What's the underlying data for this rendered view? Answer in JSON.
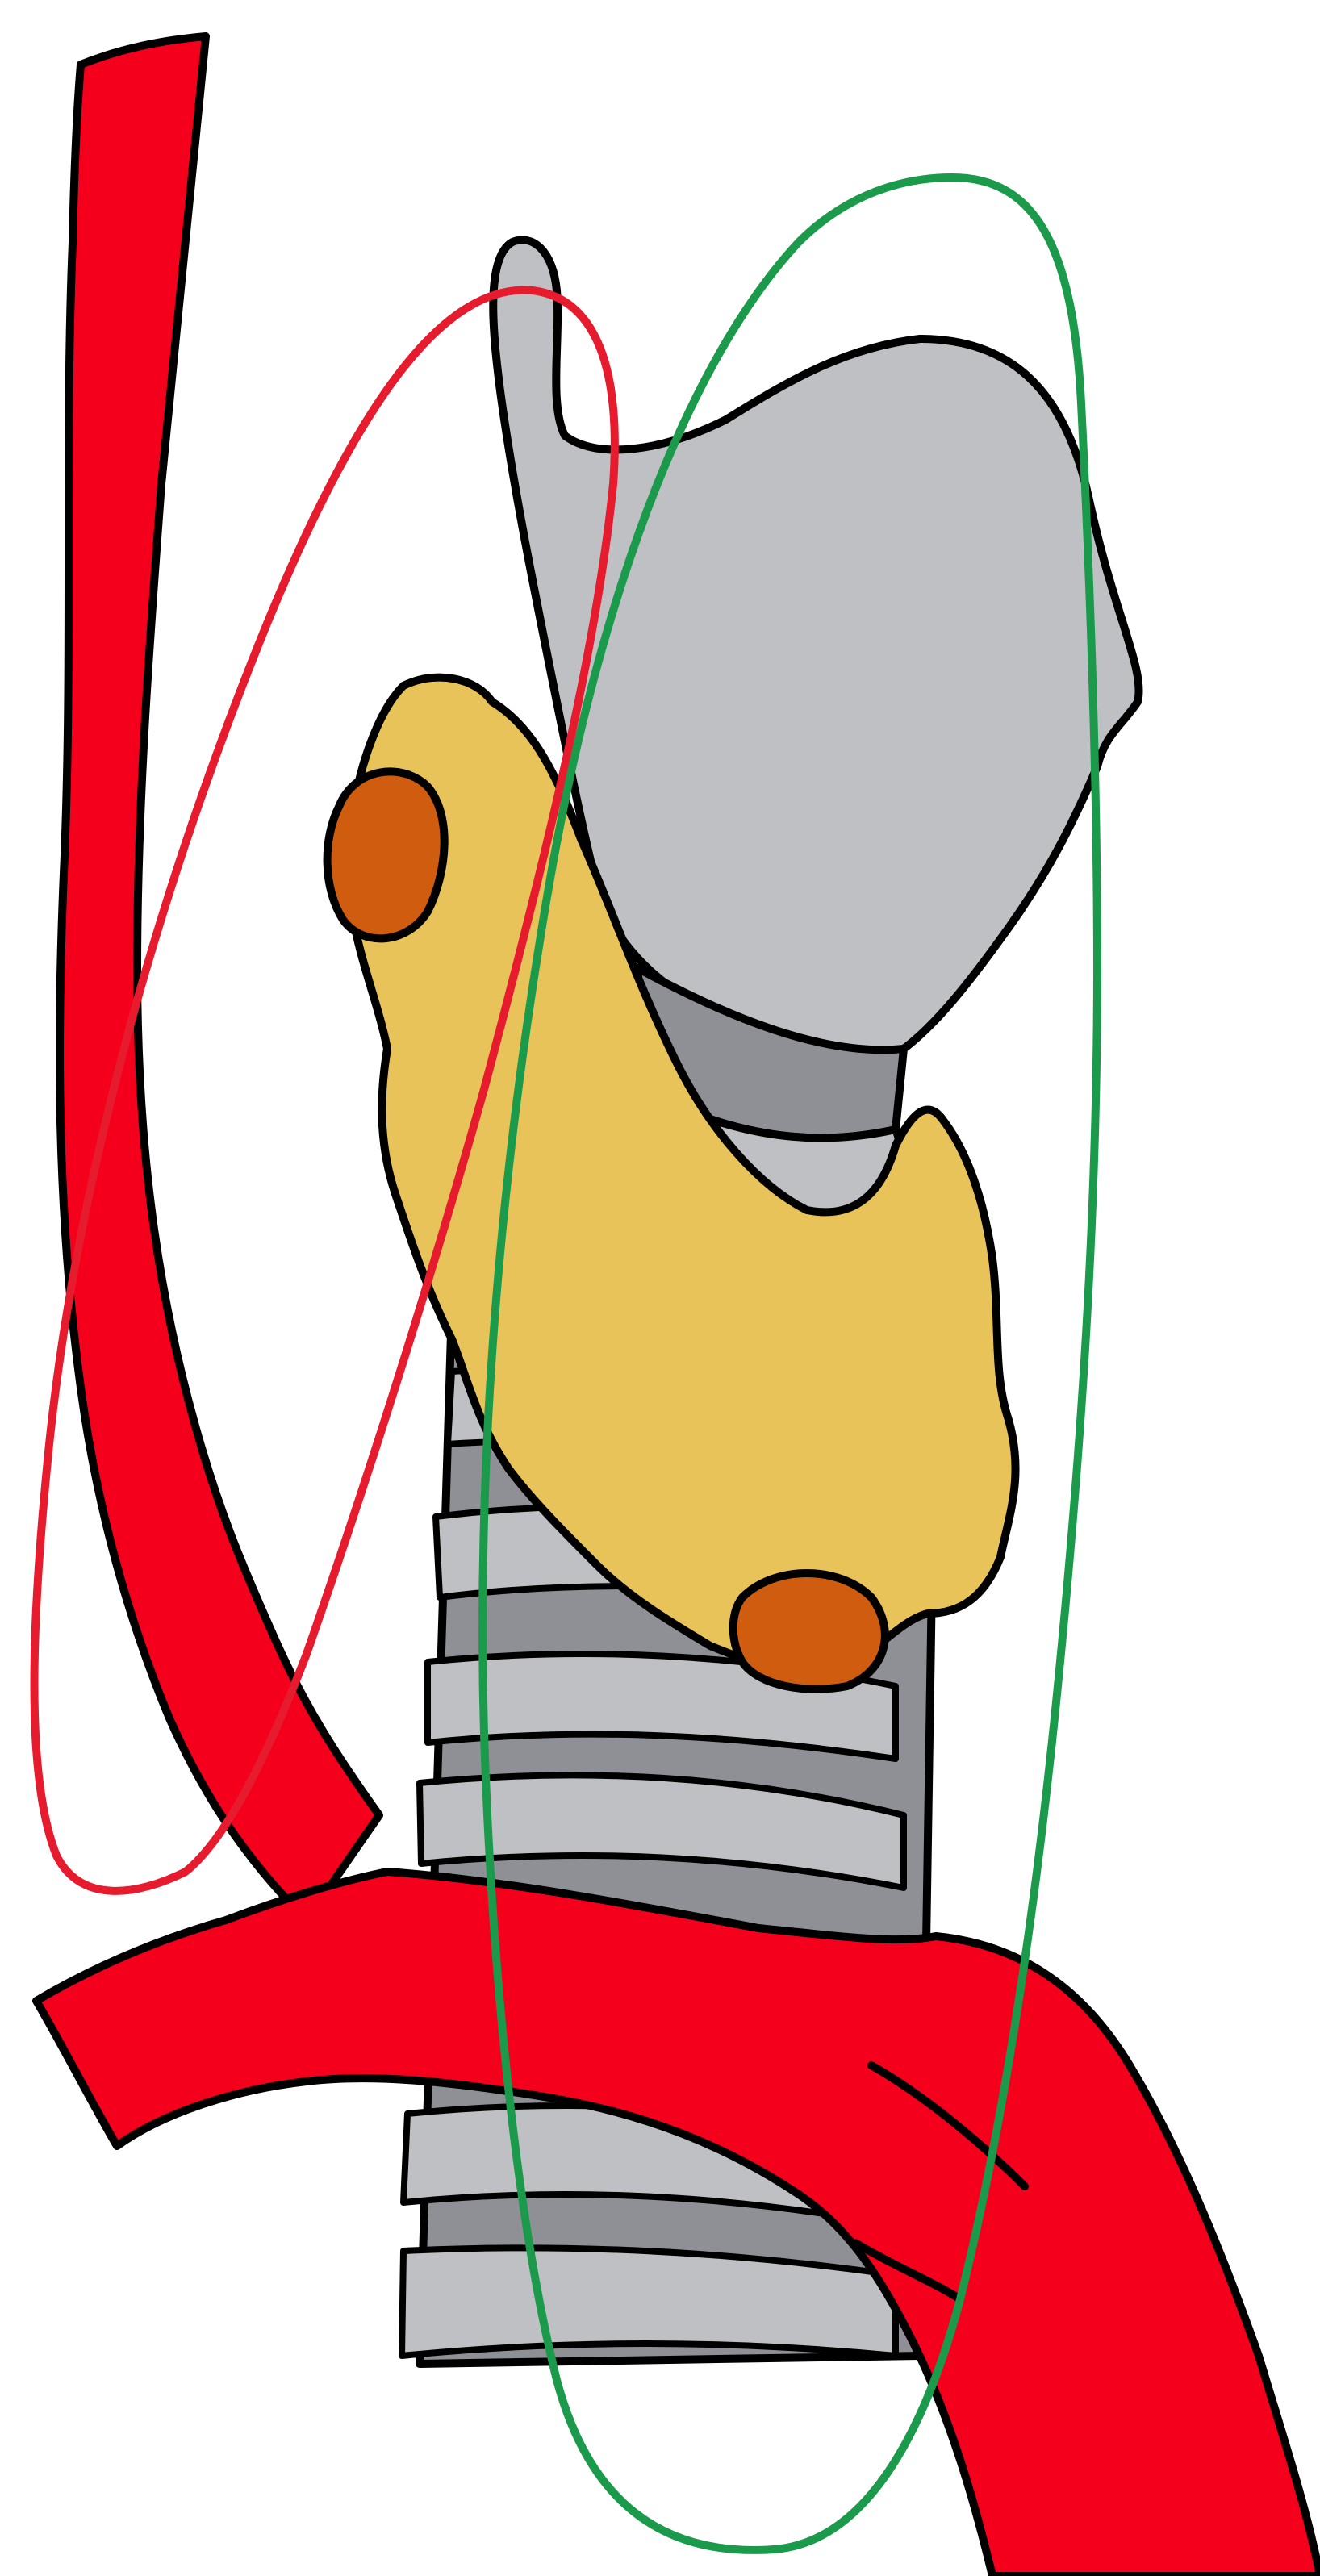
{
  "diagram": {
    "colors": {
      "background": "#ffffff",
      "artery": "#f4001c",
      "cartilage": "#bfc0c4",
      "cartilage_dark": "#8e9096",
      "thyroid": "#e8c35a",
      "parathyroid": "#cf5c0f",
      "red_loop": "#e61b2d",
      "green_loop": "#1b9a4b",
      "outline": "#000000"
    },
    "structures": [
      {
        "name": "common-carotid-artery",
        "color_key": "artery"
      },
      {
        "name": "aortic-arch",
        "color_key": "artery"
      },
      {
        "name": "laryngeal-cartilage",
        "color_key": "cartilage"
      },
      {
        "name": "tracheal-rings",
        "color_key": "cartilage"
      },
      {
        "name": "thyroid-gland",
        "color_key": "thyroid"
      },
      {
        "name": "parathyroid-glands",
        "color_key": "parathyroid"
      },
      {
        "name": "red-nerve-loop",
        "color_key": "red_loop"
      },
      {
        "name": "green-nerve-loop",
        "color_key": "green_loop"
      }
    ]
  }
}
